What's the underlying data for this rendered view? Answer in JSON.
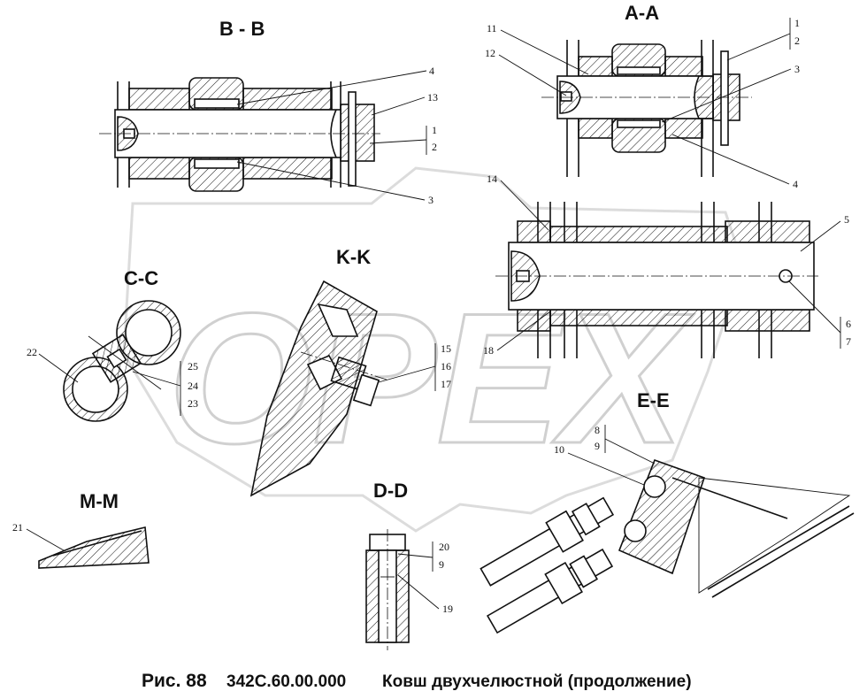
{
  "watermark": "OPEX",
  "sections": {
    "bb": {
      "title": "B - B",
      "labels": [
        "4",
        "13",
        "1",
        "2",
        "3"
      ]
    },
    "aa": {
      "title": "A-A",
      "labels": [
        "11",
        "12",
        "1",
        "2",
        "3",
        "4"
      ]
    },
    "ee": {
      "title": "E-E",
      "labels": [
        "14",
        "5",
        "18",
        "6",
        "7"
      ]
    },
    "cc": {
      "title": "C-C",
      "labels": [
        "22",
        "25",
        "24",
        "23"
      ]
    },
    "kk": {
      "title": "K-K",
      "labels": [
        "15",
        "16",
        "17"
      ]
    },
    "mm": {
      "title": "M-M",
      "labels": [
        "21"
      ]
    },
    "dd": {
      "title": "D-D",
      "labels": [
        "20",
        "9",
        "19"
      ]
    },
    "detail": {
      "labels": [
        "8",
        "9",
        "10"
      ]
    }
  },
  "caption": {
    "fig": "Рис. 88",
    "code": "342С.60.00.000",
    "text": "Ковш двухчелюстной (продолжение)"
  }
}
